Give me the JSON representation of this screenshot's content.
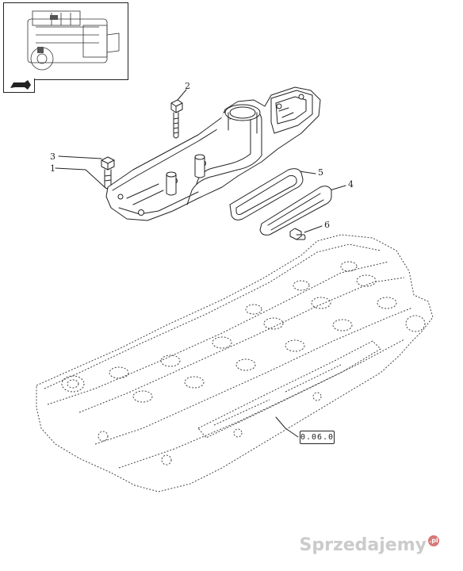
{
  "callouts": {
    "c1": "1",
    "c2": "2",
    "c3": "3",
    "c4": "4",
    "c5": "5",
    "c6": "6"
  },
  "reference": {
    "label": "0.06.0"
  },
  "watermark": {
    "text": "Sprzedajemy",
    "badge": ".pl"
  },
  "colors": {
    "line": "#222222",
    "background": "#ffffff"
  },
  "icons": {
    "thumbnail": "engine-thumbnail-icon",
    "arrow": "navigation-arrow-icon"
  }
}
